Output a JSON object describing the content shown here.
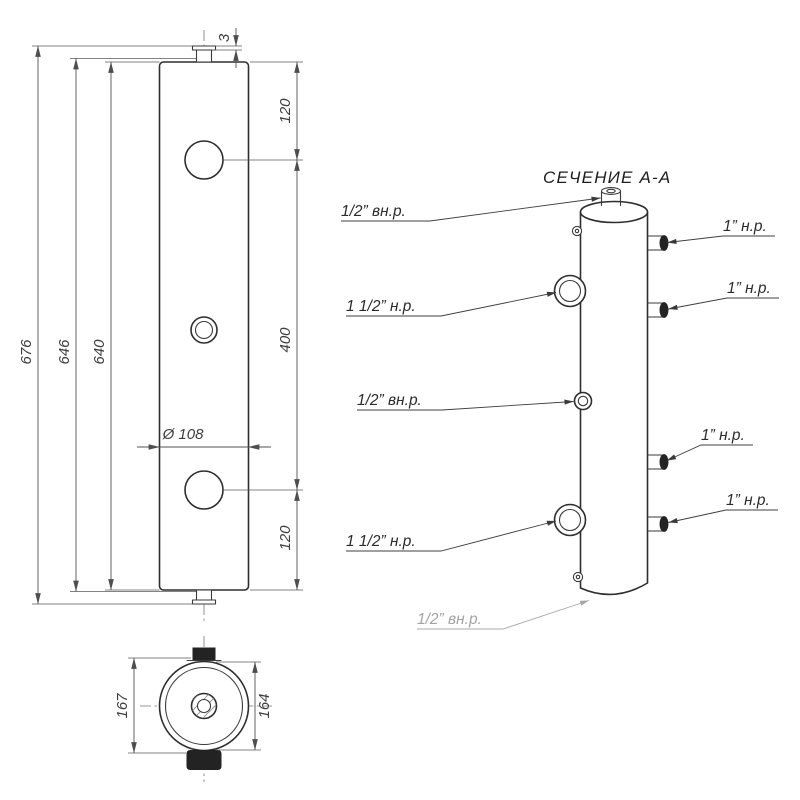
{
  "drawing": {
    "background": "#ffffff",
    "line_color": "#2e2e2e",
    "dim_color": "#525252",
    "gray_label_color": "#a3a3a3"
  },
  "front_view": {
    "dim_overall": "676",
    "dim_with_caps": "646",
    "dim_body": "640",
    "dim_cap": "3",
    "dim_top_offset": "120",
    "dim_port_span": "400",
    "dim_bottom_offset": "120",
    "dim_diameter": "Ø 108"
  },
  "bottom_view": {
    "dim_left": "167",
    "dim_right": "164"
  },
  "section_view": {
    "title": "СЕЧЕНИЕ А-А",
    "label_top_port": "1/2” вн.р.",
    "label_right_port_1": "1” н.р.",
    "label_right_port_2": "1” н.р.",
    "label_left_port_top": "1 1/2” н.р.",
    "label_middle_port": "1/2” вн.р.",
    "label_right_port_3": "1” н.р.",
    "label_right_port_4": "1” н.р.",
    "label_left_port_bottom": "1 1/2” н.р.",
    "label_bottom_port": "1/2” вн.р."
  }
}
